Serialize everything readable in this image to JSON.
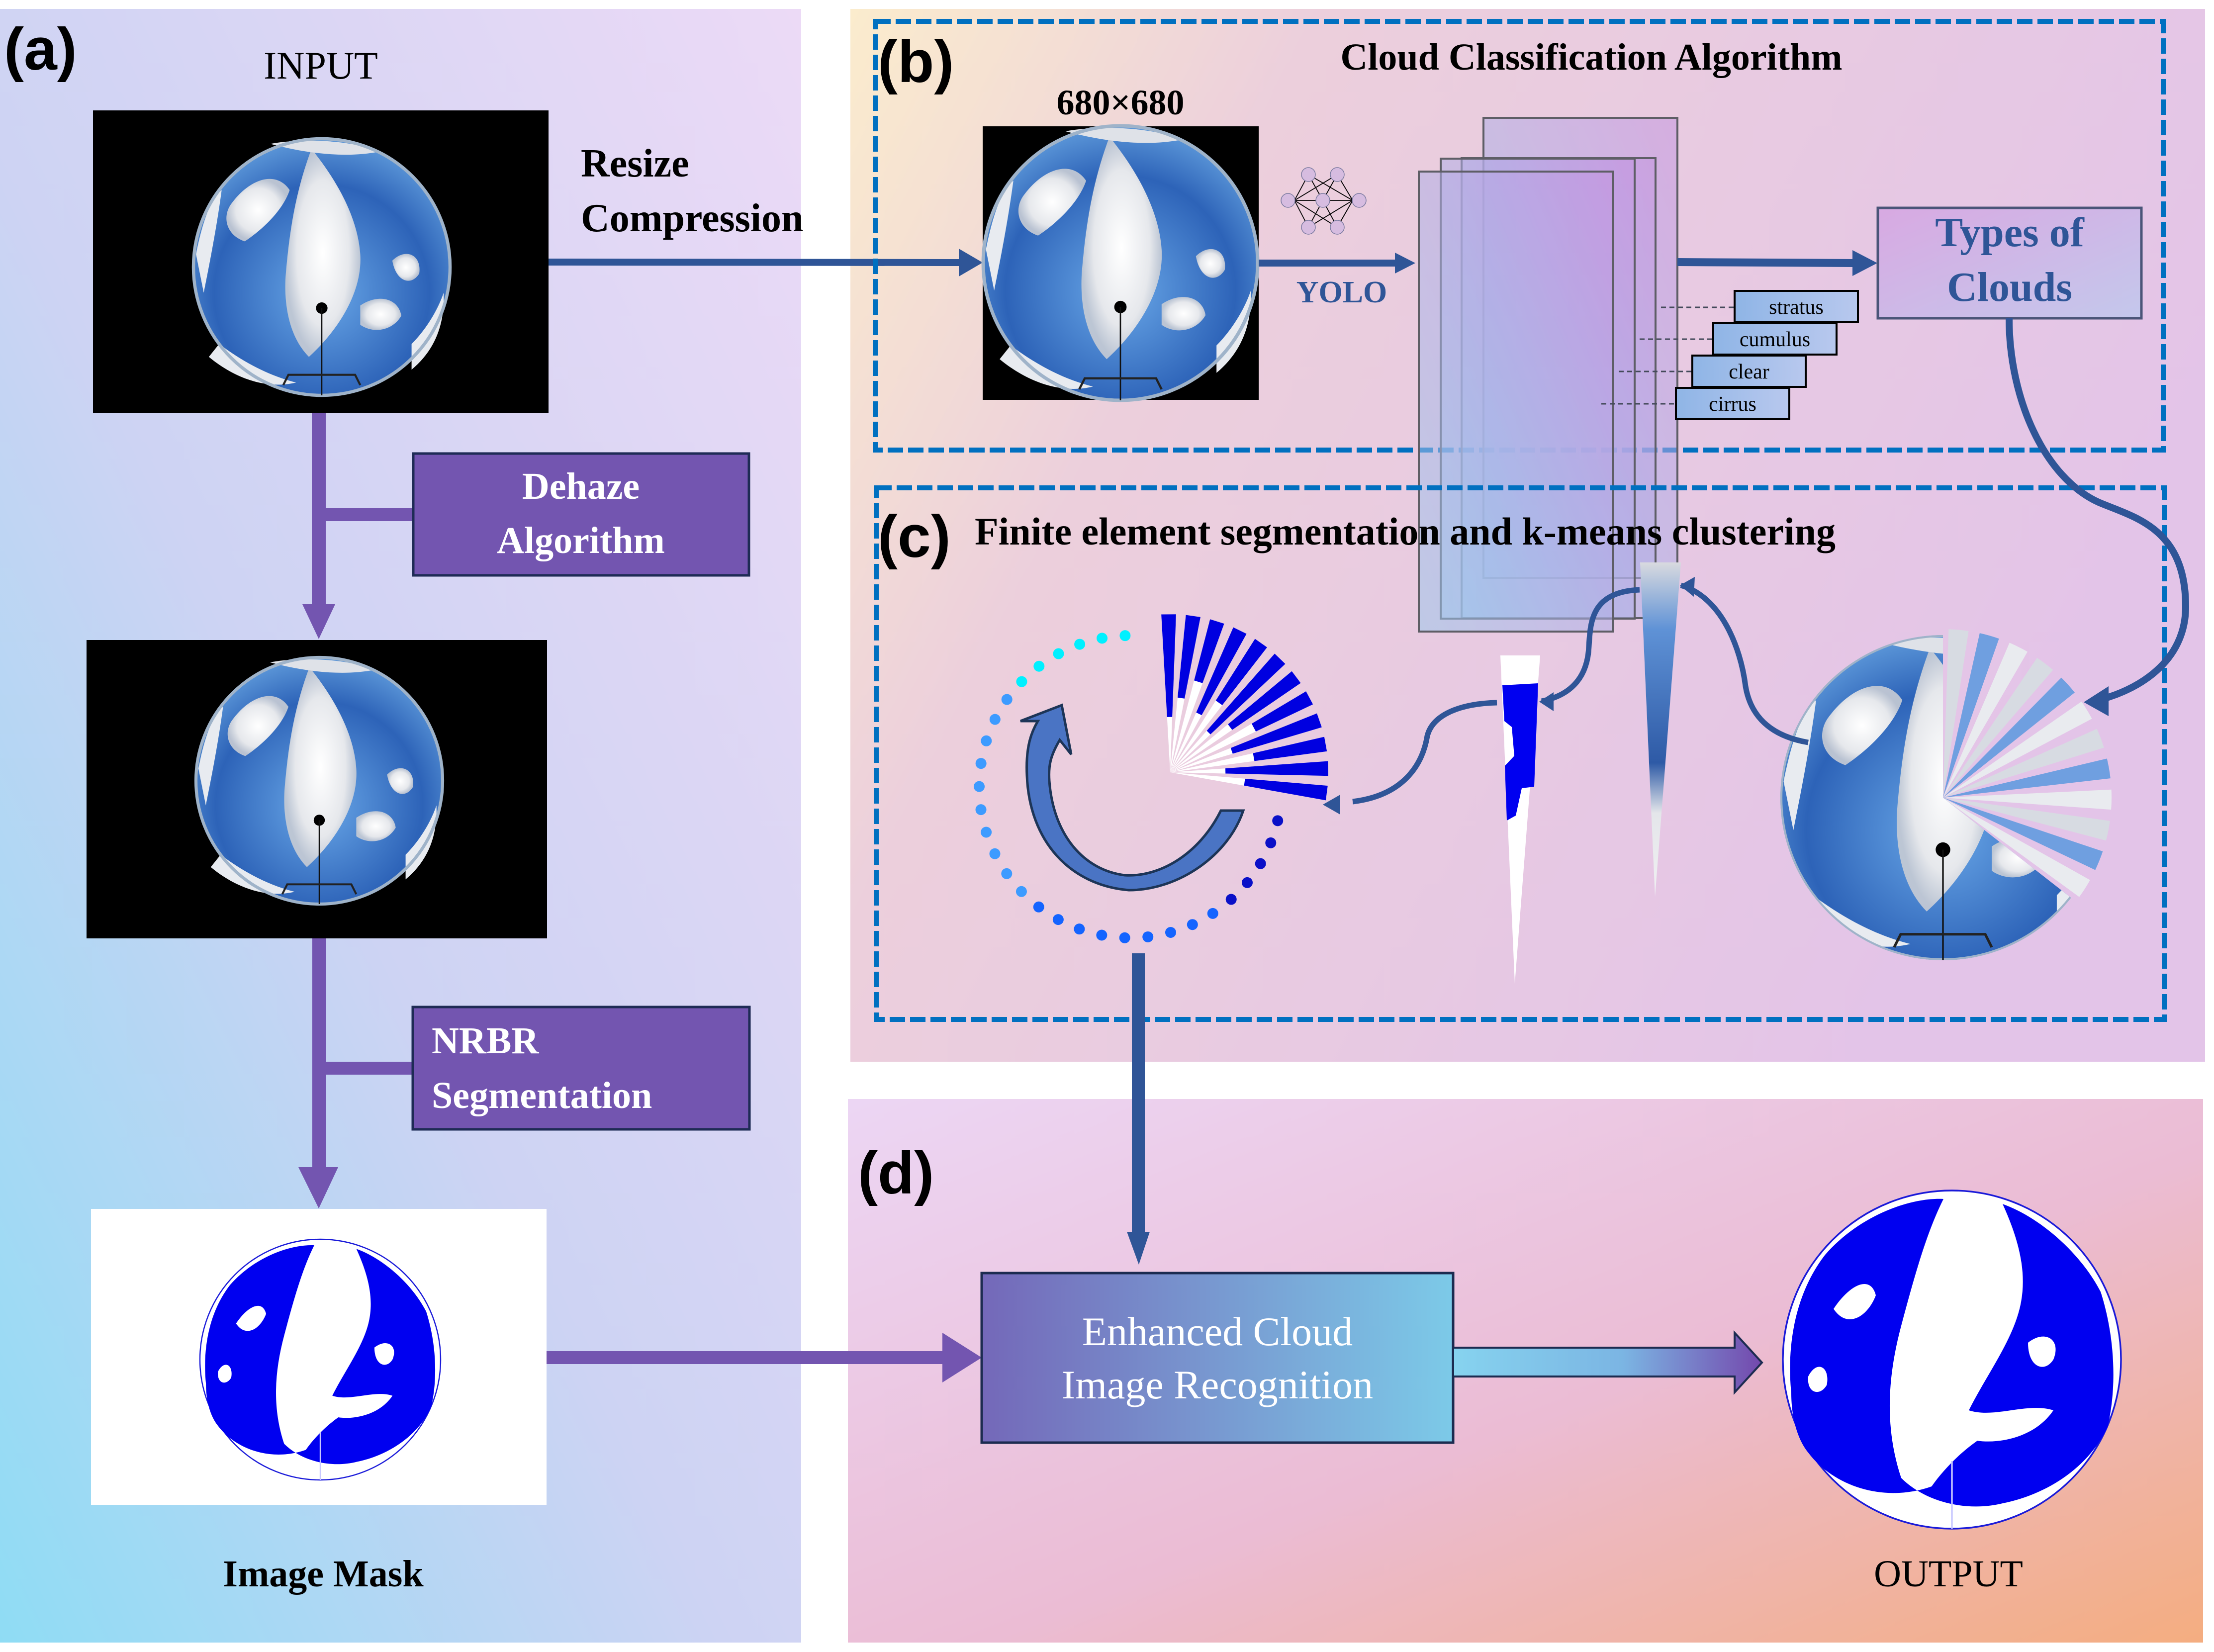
{
  "figure": {
    "panels": {
      "a": {
        "letter": "(a)",
        "input_label": "INPUT",
        "steps": [
          {
            "label_line1": "Dehaze",
            "label_line2": "Algorithm"
          },
          {
            "label_line1": "NRBR",
            "label_line2": "Segmentation"
          }
        ],
        "mask_label": "Image Mask",
        "resize_label_line1": "Resize",
        "resize_label_line2": "Compression"
      },
      "b": {
        "letter": "(b)",
        "title": "Cloud Classification Algorithm",
        "image_size_label": "680×680",
        "model_label": "YOLO",
        "model_icon": "neural-network-icon",
        "class_labels": [
          "stratus",
          "cumulus",
          "clear",
          "cirrus"
        ],
        "result_line1": "Types of",
        "result_line2": "Clouds"
      },
      "c": {
        "letter": "(c)",
        "title": "Finite element segmentation and k-means clustering",
        "sector_count": 12
      },
      "d": {
        "letter": "(d)",
        "process_line1": "Enhanced Cloud",
        "process_line2": "Image Recognition",
        "output_label": "OUTPUT"
      }
    },
    "colors": {
      "purple_box": "#7355b0",
      "arrow_blue": "#2f5597",
      "dash_blue": "#0070c0",
      "mask_blue": "#0000e6",
      "cyan_dot": "#00ffff",
      "sky_blue": "#3a78c8"
    }
  }
}
